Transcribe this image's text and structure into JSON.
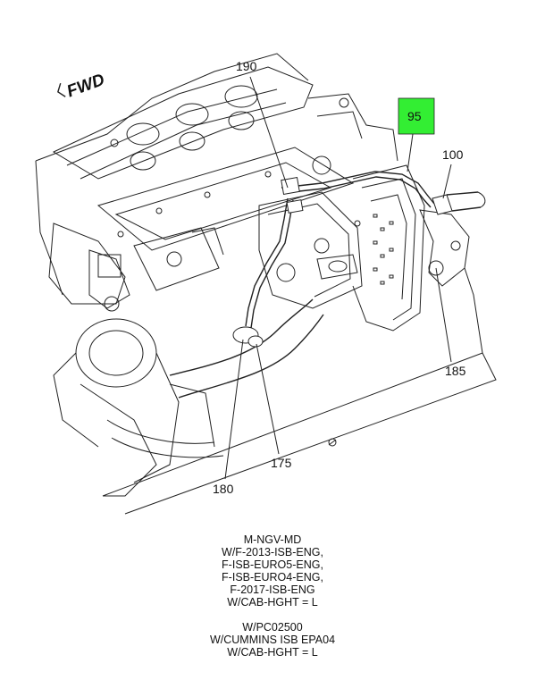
{
  "diagram": {
    "orientation_label": "FWD",
    "highlight_color": "#33ee33",
    "callouts": [
      {
        "id": "190",
        "label": "190"
      },
      {
        "id": "95",
        "label": "95",
        "highlighted": true
      },
      {
        "id": "100",
        "label": "100"
      },
      {
        "id": "185",
        "label": "185"
      },
      {
        "id": "175",
        "label": "175"
      },
      {
        "id": "180",
        "label": "180"
      }
    ]
  },
  "notes": {
    "block_a": [
      "M-NGV-MD",
      "W/F-2013-ISB-ENG,",
      "F-ISB-EURO5-ENG,",
      "F-ISB-EURO4-ENG,",
      "F-2017-ISB-ENG",
      "W/CAB-HGHT = L"
    ],
    "block_b": [
      "W/PC02500",
      "W/CUMMINS ISB EPA04",
      "W/CAB-HGHT = L"
    ]
  }
}
